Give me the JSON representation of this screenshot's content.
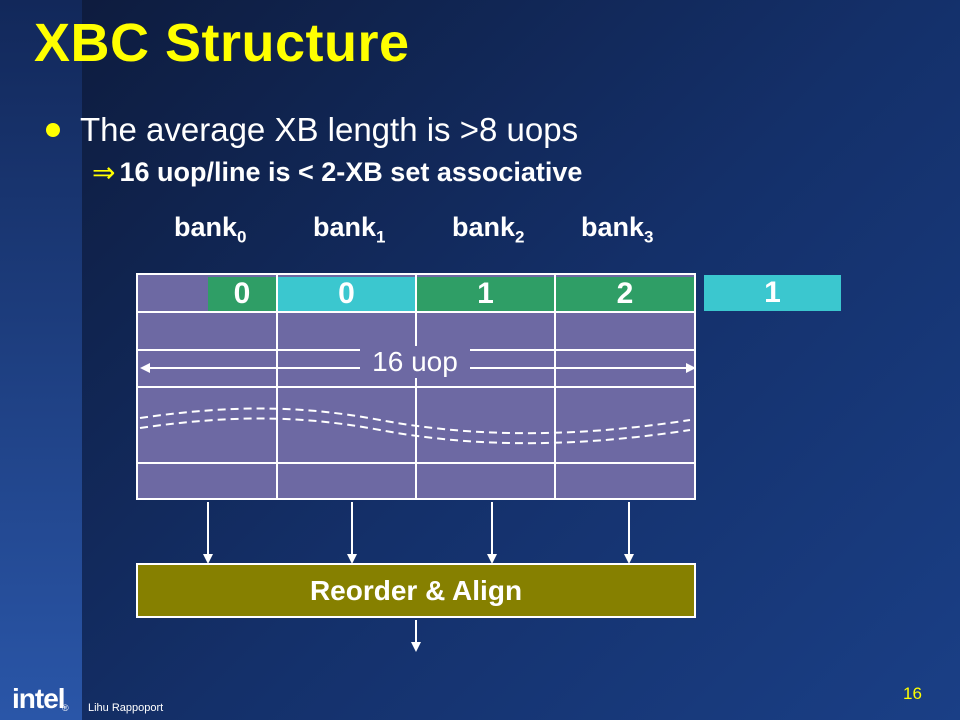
{
  "title": "XBC Structure",
  "bullet": "The average XB length is >8 uops",
  "sub_arrow": "⇒",
  "sub_point": "16 uop/line is < 2-XB set associative",
  "banks": [
    {
      "name": "bank",
      "sub": "0"
    },
    {
      "name": "bank",
      "sub": "1"
    },
    {
      "name": "bank",
      "sub": "2"
    },
    {
      "name": "bank",
      "sub": "3"
    }
  ],
  "top_row": [
    "0",
    "0",
    "1",
    "2"
  ],
  "extra_cell": "1",
  "span_label": "16 uop",
  "reorder_label": "Reorder & Align",
  "logo_text": "intel",
  "logo_mark": "®",
  "author": "Lihu Rappoport",
  "page_number": "16",
  "colors": {
    "title": "#ffff00",
    "grid_fill": "#6d69a3",
    "green_cell": "#2f9e66",
    "cyan_cell": "#3bc7cf",
    "reorder_fill": "#868000"
  }
}
